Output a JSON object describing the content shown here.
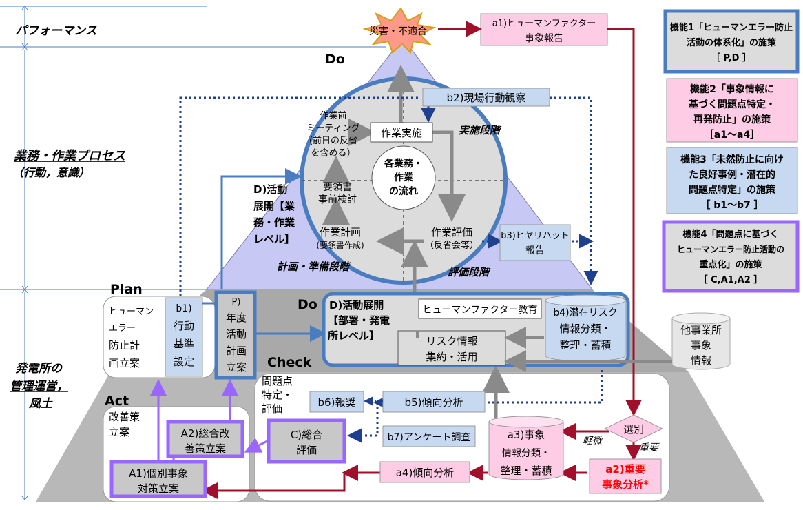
{
  "left_labels": {
    "performance": "パフォーマンス",
    "work_process_1": "業務・作業プロセス",
    "work_process_2": "（行動，意識）",
    "plant_mgmt_1": "発電所の",
    "plant_mgmt_2": "管理運営，",
    "plant_mgmt_3": "風土"
  },
  "pyramid_labels": {
    "do_top": "Do",
    "plan": "Plan",
    "do_mid": "Do",
    "check": "Check",
    "act": "Act"
  },
  "top": {
    "accident": "災害・不適合",
    "a1_line1": "a1)ヒューマンファクター",
    "a1_line2": "事象報告"
  },
  "cycle": {
    "b2": "b2)現場行動観察",
    "meeting": [
      "作業前",
      "ミーティング",
      "(前日の反省",
      "を含める）"
    ],
    "work_exec": "作業実施",
    "exec_phase": "実施段階",
    "center": [
      "各業務・",
      "作業",
      "の流れ"
    ],
    "procedure": [
      "要領書",
      "事前検討"
    ],
    "d_work": [
      "D)活動",
      "展開【業",
      "務・作業",
      "レベル】"
    ],
    "work_plan": "作業計画",
    "work_plan_sub": "(要領書作成)",
    "work_eval": "作業評価",
    "work_eval_sub": "（反省会等）",
    "b3": [
      "b3)ヒヤリハット",
      "報告"
    ],
    "plan_phase": "計画・準備段階",
    "eval_phase": "評価段階"
  },
  "plan_box": {
    "title": [
      "ヒューマン",
      "エラー",
      "防止計",
      "画立案"
    ],
    "b1": [
      "b1)",
      "行動",
      "基準",
      "設定"
    ],
    "p": [
      "P)",
      "年度",
      "活動",
      "計画",
      "立案"
    ]
  },
  "dept": {
    "d_dept": [
      "D)活動展開",
      "【部署・発電",
      "所レベル】"
    ],
    "hf_edu": "ヒューマンファクター教育",
    "risk_info": [
      "リスク情報",
      "集約・活用"
    ],
    "b4": [
      "b4)潜在リスク",
      "情報分類・",
      "整理・蓄積"
    ],
    "other_site": [
      "他事業所",
      "事象",
      "情報"
    ]
  },
  "check_area": {
    "problem": [
      "問題点",
      "特定・",
      "評価"
    ],
    "b6": "b6)報奨",
    "b5": "b5)傾向分析",
    "b7": "b7)アンケート調査",
    "a3": [
      "a3)事象",
      "情報分類・",
      "整理・蓄積"
    ],
    "c_eval": [
      "C)総合",
      "評価"
    ],
    "a4": "a4)傾向分析",
    "selection": "選別",
    "minor": "軽微",
    "important": "重要",
    "a2": [
      "a2)重要",
      "事象分析*"
    ]
  },
  "act_area": {
    "improve": [
      "改善策",
      "立案"
    ],
    "a2cap": [
      "A2)総合改",
      "善策立案"
    ],
    "a1cap": [
      "A1)個別事象",
      "対策立案"
    ]
  },
  "legend": [
    {
      "lines": [
        "機能1「ヒューマンエラー防止",
        "活動の体系化」の施策",
        "［ P,D ］"
      ]
    },
    {
      "lines": [
        "機能2「事象情報に",
        "基づく問題点特定・",
        "再発防止」の施策",
        "［a1～a4］"
      ]
    },
    {
      "lines": [
        "機能3「未然防止に向け",
        "た良好事例・潜在的",
        "問題点特定」の施策",
        "［ b1～b7 ］"
      ]
    },
    {
      "lines": [
        "機能4「問題点に基づく",
        "ヒューマンエラー防止活動の",
        "重点化」の施策",
        "［ C,A1,A2 ］"
      ]
    }
  ],
  "colors": {
    "dark_red": "#a0102a",
    "blue_frame": "#4a7cc0",
    "purple_frame": "#9966ff",
    "pink_fill": "#ffcce6",
    "light_blue_fill": "#c6d9f1",
    "lavender": "#c8c8f5",
    "gray_fill": "#c8c8c8"
  }
}
